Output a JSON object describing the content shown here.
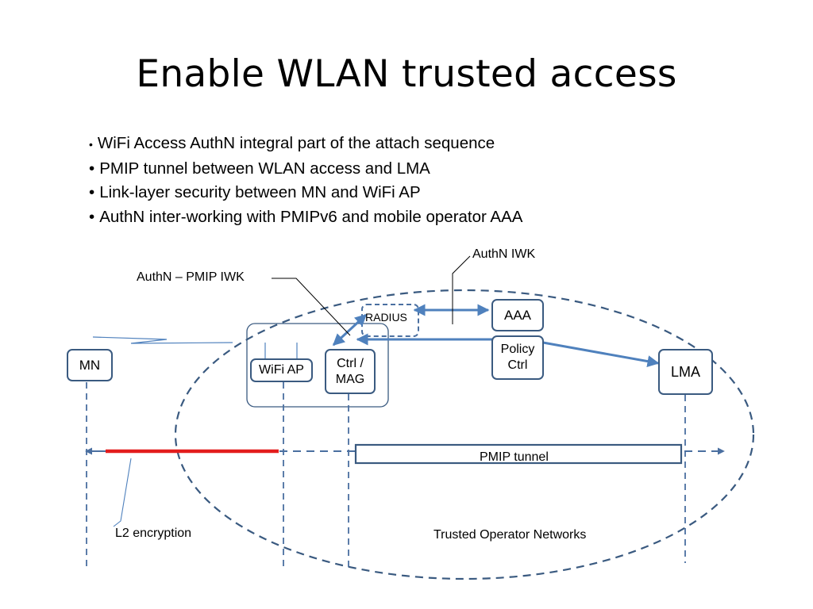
{
  "slide": {
    "title": "Enable WLAN trusted access",
    "bullets": [
      "WiFi Access AuthN integral part of the attach sequence",
      "PMIP tunnel between WLAN access and LMA",
      "Link-layer security between MN and WiFi AP",
      "AuthN inter-working with PMIPv6 and mobile operator AAA"
    ],
    "bullet_glyph": "•"
  },
  "diagram": {
    "nodes": {
      "mn": "MN",
      "wifi_ap": "WiFi AP",
      "ctrl_mag": [
        "Ctrl /",
        "MAG"
      ],
      "radius": "RADIUS",
      "aaa": "AAA",
      "policy_ctrl": [
        "Policy",
        "Ctrl"
      ],
      "lma": "LMA",
      "pmip_tunnel": "PMIP tunnel"
    },
    "annotations": {
      "authn_iwk": "AuthN IWK",
      "authn_pmip_iwk": "AuthN – PMIP IWK",
      "l2_encryption": "L2 encryption",
      "trusted_networks": "Trusted Operator Networks"
    },
    "colors": {
      "node_border": "#3a5a80",
      "arrow": "#4f81bd",
      "dashed": "#4a6fa0",
      "l2_link": "#e31d1d"
    }
  }
}
